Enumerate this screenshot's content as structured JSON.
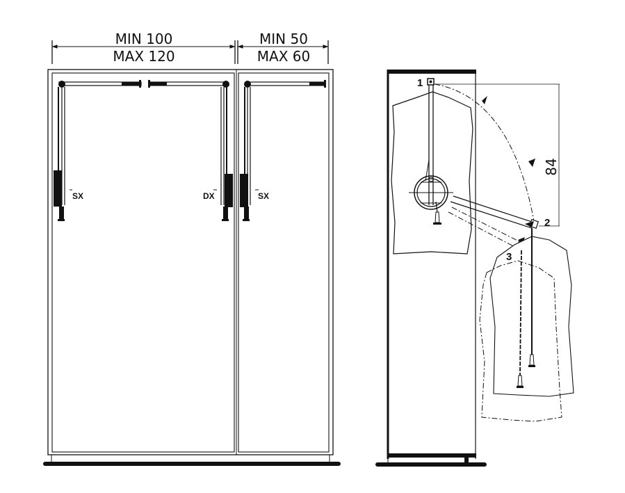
{
  "diagram": {
    "front_view": {
      "dimension_wide": {
        "min_label": "MIN 100",
        "max_label": "MAX 120"
      },
      "dimension_narrow": {
        "min_label": "MIN 50",
        "max_label": "MAX 60"
      },
      "mechanisms": [
        {
          "id": "left-lift",
          "side_label": "SX"
        },
        {
          "id": "center-left-lift",
          "side_label": "DX"
        },
        {
          "id": "center-right-lift",
          "side_label": "SX"
        }
      ]
    },
    "side_view": {
      "positions": [
        {
          "id": "1",
          "label": "1"
        },
        {
          "id": "2",
          "label": "2"
        },
        {
          "id": "3",
          "label": "3"
        }
      ],
      "height_dimension": "84"
    }
  }
}
